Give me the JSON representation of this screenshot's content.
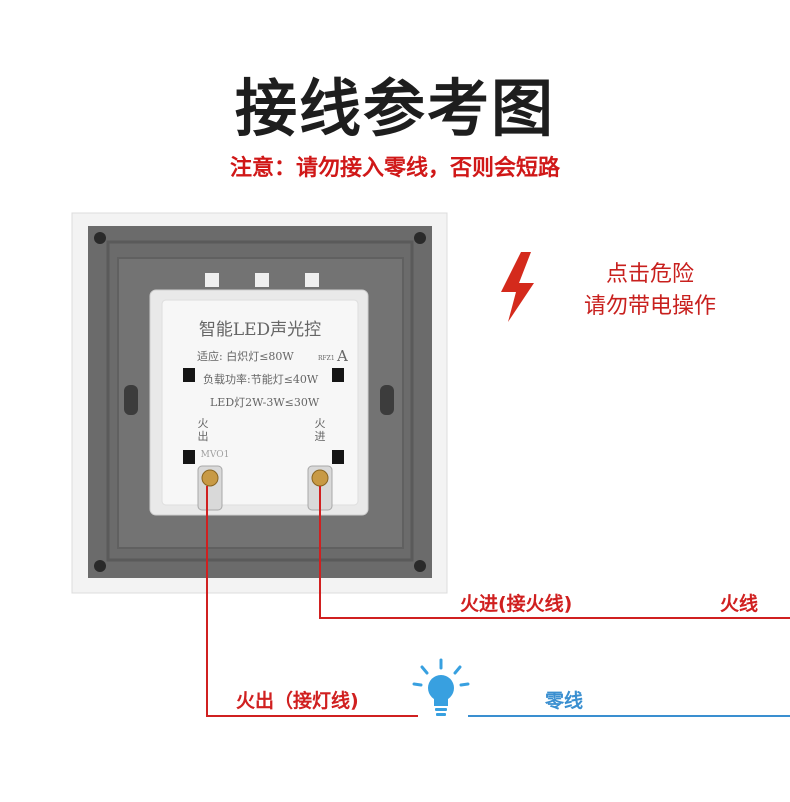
{
  "title": "接线参考图",
  "notice": "注意：请勿接入零线，否则会短路",
  "warning": {
    "line1": "点击危险",
    "line2": "请勿带电操作"
  },
  "labels": {
    "fire_in": "火进(接火线)",
    "fire_line": "火线",
    "fire_out": "火出（接灯线)",
    "neutral": "零线"
  },
  "switch_text": {
    "model": "智能LED声光控",
    "spec1": "适应: 白炽灯≤80W",
    "spec1_mark": "A",
    "spec1_small": "RFZ1",
    "spec2": "负载功率:节能灯≤40W",
    "spec3": "LED灯2W-3W≤30W",
    "term_out": [
      "火",
      "出"
    ],
    "term_in": [
      "火",
      "进"
    ],
    "stamp": "MVO1"
  },
  "colors": {
    "fire": "#d02020",
    "neutral": "#3a8fd0",
    "warning": "#d42a1c",
    "bulb": "#38a0e0"
  }
}
